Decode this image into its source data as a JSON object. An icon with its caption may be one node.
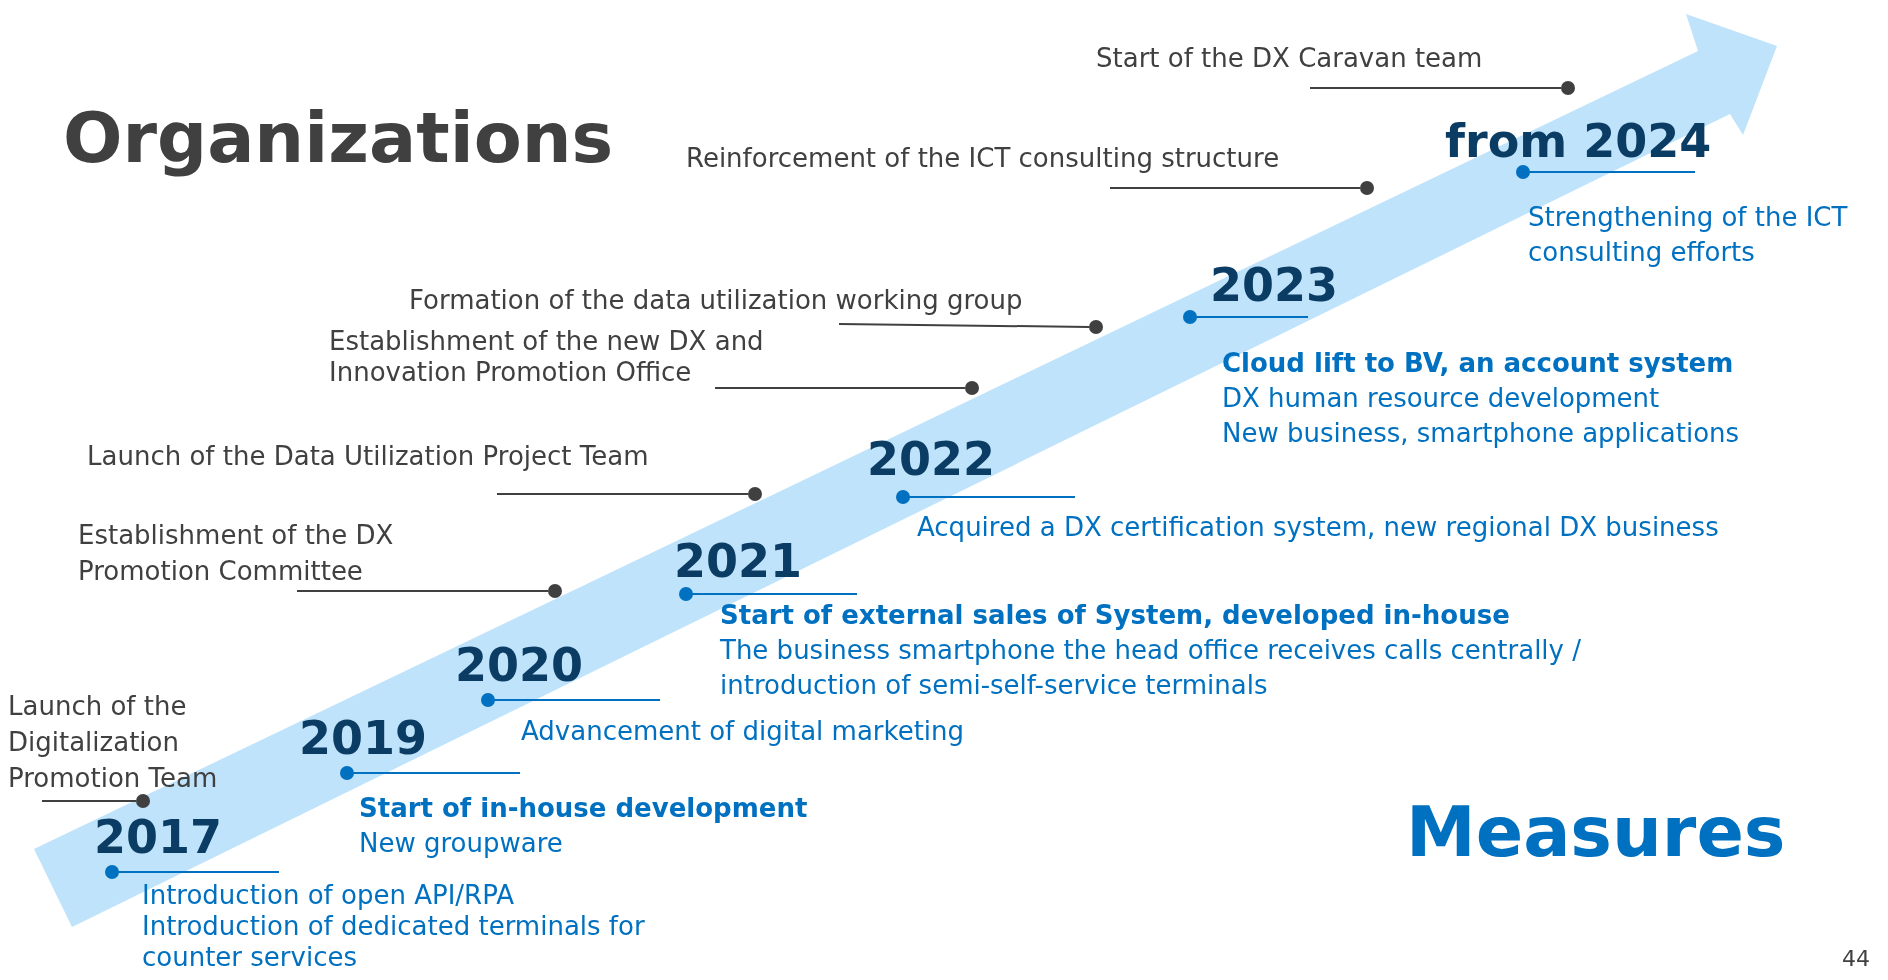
{
  "diagram": {
    "nodes": [
      {
        "text": [
          "Start of the DX Caravan team"
        ]
      },
      {
        "text": [
          "Reinforcement of the ICT consulting structure"
        ]
      },
      {
        "text": [
          "Formation of the data utilization working group"
        ]
      },
      {
        "text": [
          "Establishment of the new DX and Innovation Promotion Office"
        ]
      },
      {
        "text": [
          "Launch of the Data Utilization Project Team"
        ]
      },
      {
        "text": [
          "Establishment of the DX Promotion Committee"
        ]
      },
      {
        "text": [
          "Launch of the Digitalization Promotion Team"
        ]
      },
      {
        "text": [],
        "shape": "circle"
      },
      {
        "text": [],
        "shape": "circle"
      },
      {
        "text": [],
        "shape": "circle"
      },
      {
        "text": [],
        "shape": "circle"
      },
      {
        "text": [],
        "shape": "circle"
      },
      {
        "text": [],
        "shape": "circle"
      },
      {
        "text": [],
        "shape": "circle"
      },
      {
        "text": [
          "2017"
        ],
        "beside": [
          "Introduction of open API/RPA",
          "Introduction of dedicated terminals for counter services"
        ]
      },
      {
        "text": [
          "2019"
        ],
        "beside": [
          "Start of in-house development",
          "New groupware"
        ]
      },
      {
        "text": [
          "2020"
        ],
        "beside": [
          "Advancement of digital marketing"
        ]
      },
      {
        "text": [
          "2021"
        ],
        "beside": [
          "Start of external sales of System, developed in-house",
          "The business smartphone the head office receives calls centrally / introduction of semi-self-service terminals"
        ]
      },
      {
        "text": [
          "2022"
        ],
        "beside": [
          "Acquired a DX certification system, new regional DX business"
        ]
      },
      {
        "text": [
          "2023"
        ],
        "beside": [
          "Cloud lift to BV, an account system",
          "DX human resource development",
          "New business, smartphone applications"
        ]
      },
      {
        "text": [
          "from 2024"
        ],
        "beside": [
          "Strengthening of the ICT consulting efforts"
        ]
      }
    ],
    "edges": [
      {
        "from": 0,
        "to": 7,
        "arrow": "none"
      },
      {
        "from": 1,
        "to": 8,
        "arrow": "none"
      },
      {
        "from": 2,
        "to": 9,
        "arrow": "none"
      },
      {
        "from": 3,
        "to": 10,
        "arrow": "none"
      },
      {
        "from": 4,
        "to": 11,
        "arrow": "none"
      },
      {
        "from": 5,
        "to": 12,
        "arrow": "none"
      },
      {
        "from": 6,
        "to": 13,
        "arrow": "none"
      }
    ],
    "labels": [
      "Organizations",
      "Measures",
      "44"
    ]
  }
}
